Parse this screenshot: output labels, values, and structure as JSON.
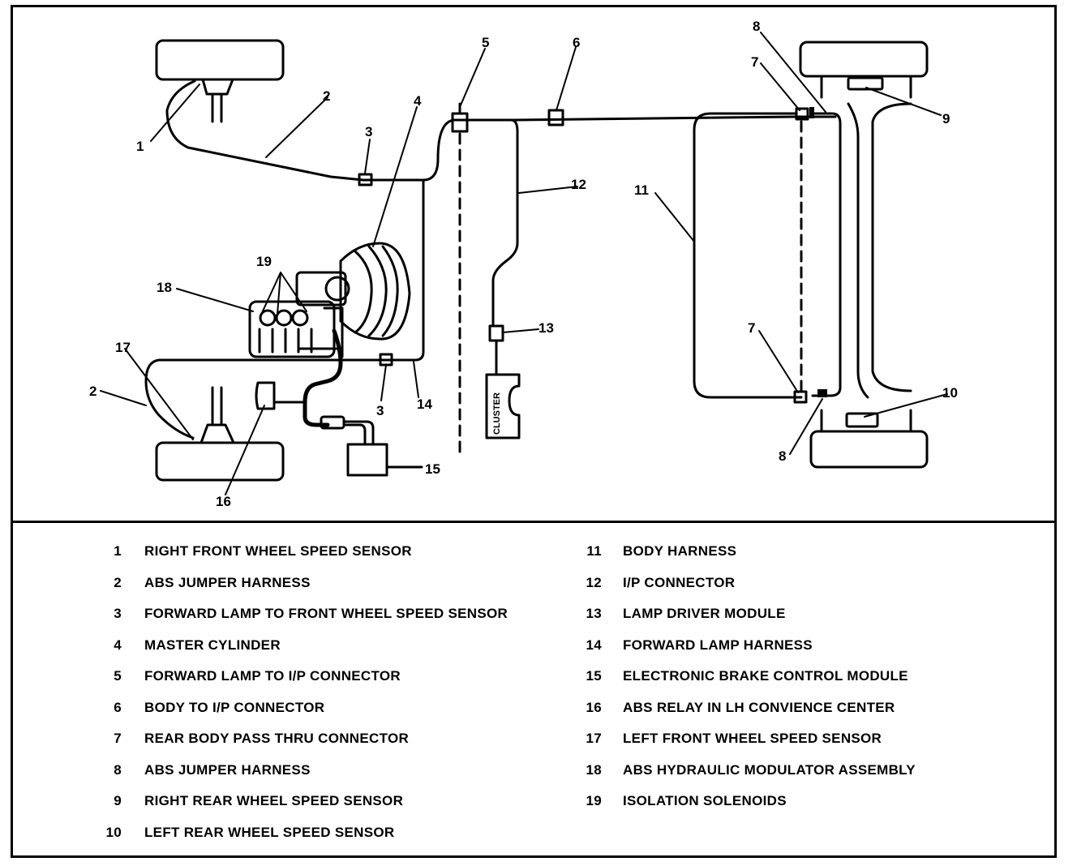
{
  "callouts": {
    "c1": "1",
    "c2a": "2",
    "c2b": "2",
    "c3a": "3",
    "c3b": "3",
    "c4": "4",
    "c5": "5",
    "c6": "6",
    "c7a": "7",
    "c7b": "7",
    "c8a": "8",
    "c8b": "8",
    "c9": "9",
    "c10": "10",
    "c11": "11",
    "c12": "12",
    "c13": "13",
    "c14": "14",
    "c15": "15",
    "c16": "16",
    "c17": "17",
    "c18": "18",
    "c19": "19"
  },
  "cluster_label": "CLUSTER",
  "legend": {
    "left": [
      {
        "num": "1",
        "label": "RIGHT FRONT WHEEL SPEED SENSOR"
      },
      {
        "num": "2",
        "label": "ABS JUMPER HARNESS"
      },
      {
        "num": "3",
        "label": "FORWARD LAMP TO FRONT WHEEL SPEED SENSOR"
      },
      {
        "num": "4",
        "label": "MASTER CYLINDER"
      },
      {
        "num": "5",
        "label": "FORWARD LAMP TO I/P CONNECTOR"
      },
      {
        "num": "6",
        "label": "BODY TO I/P CONNECTOR"
      },
      {
        "num": "7",
        "label": "REAR BODY PASS THRU CONNECTOR"
      },
      {
        "num": "8",
        "label": "ABS JUMPER HARNESS"
      },
      {
        "num": "9",
        "label": "RIGHT REAR WHEEL SPEED SENSOR"
      },
      {
        "num": "10",
        "label": "LEFT REAR WHEEL SPEED SENSOR"
      }
    ],
    "right": [
      {
        "num": "11",
        "label": "BODY HARNESS"
      },
      {
        "num": "12",
        "label": "I/P CONNECTOR"
      },
      {
        "num": "13",
        "label": "LAMP DRIVER MODULE"
      },
      {
        "num": "14",
        "label": "FORWARD LAMP HARNESS"
      },
      {
        "num": "15",
        "label": "ELECTRONIC BRAKE CONTROL MODULE"
      },
      {
        "num": "16",
        "label": "ABS RELAY IN LH CONVIENCE CENTER"
      },
      {
        "num": "17",
        "label": "LEFT FRONT WHEEL SPEED SENSOR"
      },
      {
        "num": "18",
        "label": "ABS HYDRAULIC MODULATOR ASSEMBLY"
      },
      {
        "num": "19",
        "label": "ISOLATION SOLENOIDS"
      }
    ]
  }
}
